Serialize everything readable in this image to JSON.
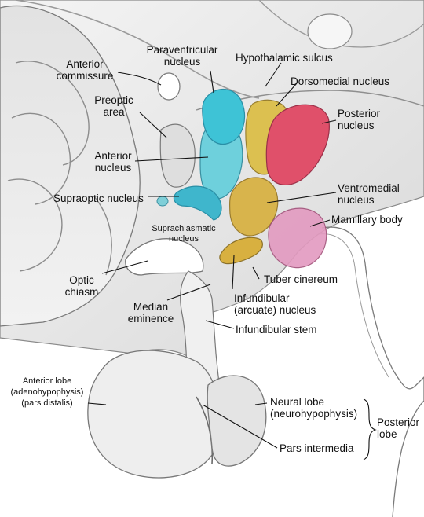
{
  "colors": {
    "background": "#ffffff",
    "tissue": "#e9e9e9",
    "tissue_dark": "#b5b5b5",
    "outline": "#6a6a6a",
    "paraventricular": "#3ec3d6",
    "anterior_nucleus": "#6ed0dc",
    "supraoptic": "#3fb6cc",
    "dorsomedial": "#dcc050",
    "posterior": "#e0506a",
    "ventromedial": "#d8b44c",
    "mamillary": "#e39ac0",
    "arcuate": "#d8b040"
  },
  "labels": {
    "paraventricular": [
      "Paraventricular",
      "nucleus"
    ],
    "hypothalamic_sulcus": [
      "Hypothalamic sulcus"
    ],
    "anterior_commissure": [
      "Anterior",
      "commissure"
    ],
    "dorsomedial": [
      "Dorsomedial nucleus"
    ],
    "preoptic": [
      "Preoptic",
      "area"
    ],
    "posterior": [
      "Posterior",
      "nucleus"
    ],
    "anterior_nucleus": [
      "Anterior",
      "nucleus"
    ],
    "ventromedial": [
      "Ventromedial",
      "nucleus"
    ],
    "supraoptic": [
      "Supraoptic nucleus"
    ],
    "suprachiasmatic": [
      "Suprachiasmatic",
      "nucleus"
    ],
    "mamillary": [
      "Mamillary body"
    ],
    "tuber_cinereum": [
      "Tuber cinereum"
    ],
    "optic_chiasm": [
      "Optic",
      "chiasm"
    ],
    "infundibular_nucleus": [
      "Infundibular",
      "(arcuate) nucleus"
    ],
    "median_eminence": [
      "Median",
      "eminence"
    ],
    "infundibular_stem": [
      "Infundibular stem"
    ],
    "anterior_lobe": [
      "Anterior lobe",
      "(adenohypophysis)",
      "(pars distalis)"
    ],
    "neural_lobe": [
      "Neural lobe",
      "(neurohypophysis)"
    ],
    "posterior_lobe": [
      "Posterior",
      "lobe"
    ],
    "pars_intermedia": [
      "Pars intermedia"
    ]
  }
}
